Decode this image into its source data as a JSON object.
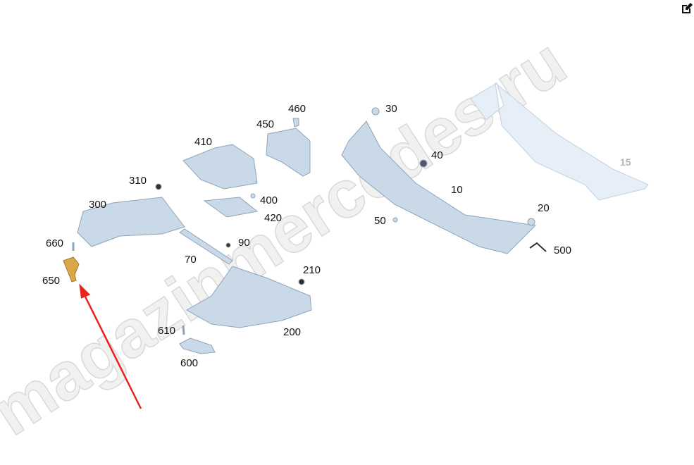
{
  "watermark": "magazinmercedes.ru",
  "toolbar": {
    "edit_icon": "edit-icon"
  },
  "colors": {
    "part_fill": "#c9d9e8",
    "part_stroke": "#8ea4b9",
    "highlight_part": "#d8a84a",
    "arrow": "#e8231f"
  },
  "callouts": {
    "c10": "10",
    "c15": "15",
    "c20": "20",
    "c30": "30",
    "c40": "40",
    "c50": "50",
    "c70": "70",
    "c90": "90",
    "c200": "200",
    "c210": "210",
    "c300": "300",
    "c310": "310",
    "c400": "400",
    "c410": "410",
    "c420": "420",
    "c450": "450",
    "c460": "460",
    "c500": "500",
    "c600": "600",
    "c610": "610",
    "c650": "650",
    "c660": "660"
  }
}
